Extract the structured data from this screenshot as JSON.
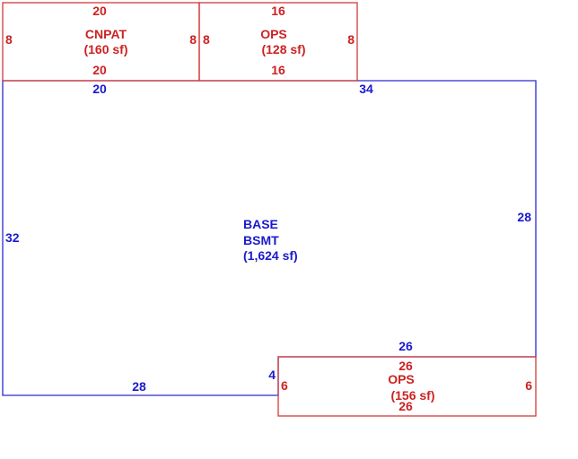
{
  "colors": {
    "addition": "#cc2222",
    "base": "#1a1acc"
  },
  "base": {
    "name": "BASE",
    "sub": "BSMT",
    "area": "(1,624 sf)",
    "dims": {
      "top_left": "20",
      "top_right": "34",
      "left": "32",
      "right": "28",
      "notch_top": "26",
      "notch_side": "4",
      "bottom": "28"
    }
  },
  "cnpat": {
    "name": "CNPAT",
    "area": "(160 sf)",
    "dims": {
      "top": "20",
      "bottom": "20",
      "left": "8",
      "right": "8"
    }
  },
  "ops_top": {
    "name": "OPS",
    "area": "(128 sf)",
    "dims": {
      "top": "16",
      "bottom": "16",
      "left": "8",
      "right": "8"
    }
  },
  "ops_bottom": {
    "name": "OPS",
    "area": "(156 sf)",
    "dims": {
      "top": "26",
      "bottom": "26",
      "left": "6",
      "right": "6"
    }
  }
}
